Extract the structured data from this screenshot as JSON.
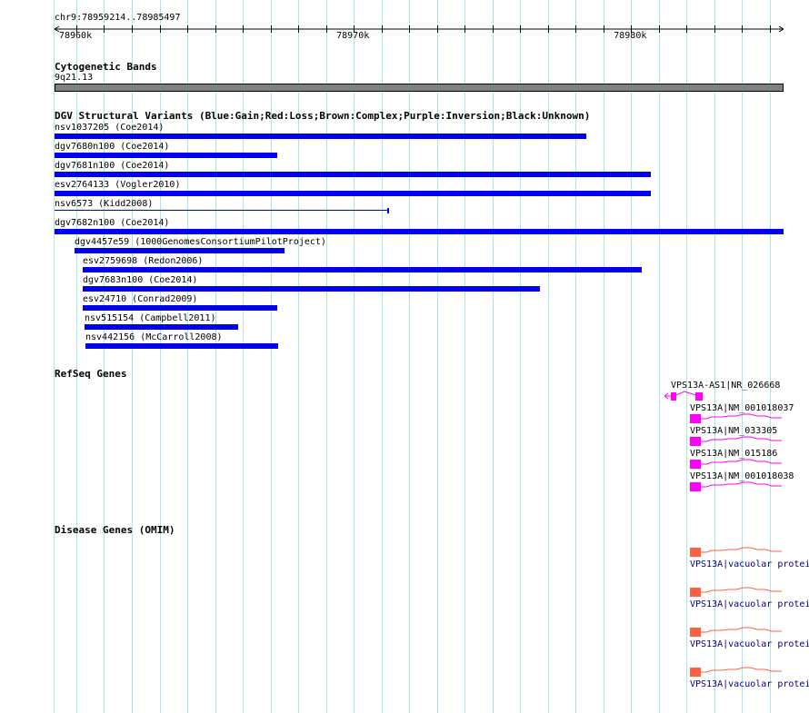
{
  "ruler": {
    "location": "chr9:78959214..78985497",
    "start": 78959214,
    "end": 78985497,
    "tick_labels": [
      {
        "pos": 78960000,
        "label": "78960k"
      },
      {
        "pos": 78970000,
        "label": "78970k"
      },
      {
        "pos": 78980000,
        "label": "78980k"
      }
    ]
  },
  "cytoband": {
    "title": "Cytogenetic Bands",
    "band": "9q21.13",
    "color": "#808080"
  },
  "dgv": {
    "title": "DGV Structural Variants (Blue:Gain;Red:Loss;Brown:Complex;Purple:Inversion;Black:Unknown)",
    "color": "#0000ee",
    "items": [
      {
        "label": "nsv1037205 (Coe2014)",
        "start": 78959214,
        "end": 78978400,
        "style": "bar"
      },
      {
        "label": "dgv7680n100 (Coe2014)",
        "start": 78959214,
        "end": 78967250,
        "style": "bar"
      },
      {
        "label": "dgv7681n100 (Coe2014)",
        "start": 78959214,
        "end": 78980700,
        "style": "bar"
      },
      {
        "label": "esv2764133 (Vogler2010)",
        "start": 78959214,
        "end": 78980700,
        "style": "bar"
      },
      {
        "label": "nsv6573 (Kidd2008)",
        "start": 78959214,
        "end": 78971250,
        "style": "line"
      },
      {
        "label": "dgv7682n100 (Coe2014)",
        "start": 78959214,
        "end": 78985497,
        "style": "bar"
      },
      {
        "label": "dgv4457e59 (1000GenomesConsortiumPilotProject)",
        "start": 78959930,
        "end": 78967500,
        "style": "bar"
      },
      {
        "label": "esv2759698 (Redon2006)",
        "start": 78960230,
        "end": 78980400,
        "style": "bar"
      },
      {
        "label": "dgv7683n100 (Coe2014)",
        "start": 78960230,
        "end": 78976700,
        "style": "bar"
      },
      {
        "label": "esv24710 (Conrad2009)",
        "start": 78960230,
        "end": 78967250,
        "style": "bar"
      },
      {
        "label": "nsv515154 (Campbell2011)",
        "start": 78960300,
        "end": 78965850,
        "style": "bar"
      },
      {
        "label": "nsv442156 (McCarroll2008)",
        "start": 78960330,
        "end": 78967280,
        "style": "bar"
      }
    ]
  },
  "refseq": {
    "title": "RefSeq Genes",
    "color": "#ff00ff",
    "antisense": {
      "label": "VPS13A-AS1|NR_026668"
    },
    "transcripts": [
      {
        "label": "VPS13A|NM_001018037"
      },
      {
        "label": "VPS13A|NM_033305"
      },
      {
        "label": "VPS13A|NM_015186"
      },
      {
        "label": "VPS13A|NM_001018038"
      }
    ]
  },
  "omim": {
    "title": "Disease Genes (OMIM)",
    "color": "#ff6040",
    "items": [
      {
        "label": "VPS13A|vacuolar protei"
      },
      {
        "label": "VPS13A|vacuolar protei"
      },
      {
        "label": "VPS13A|vacuolar protei"
      },
      {
        "label": "VPS13A|vacuolar protei"
      }
    ]
  }
}
